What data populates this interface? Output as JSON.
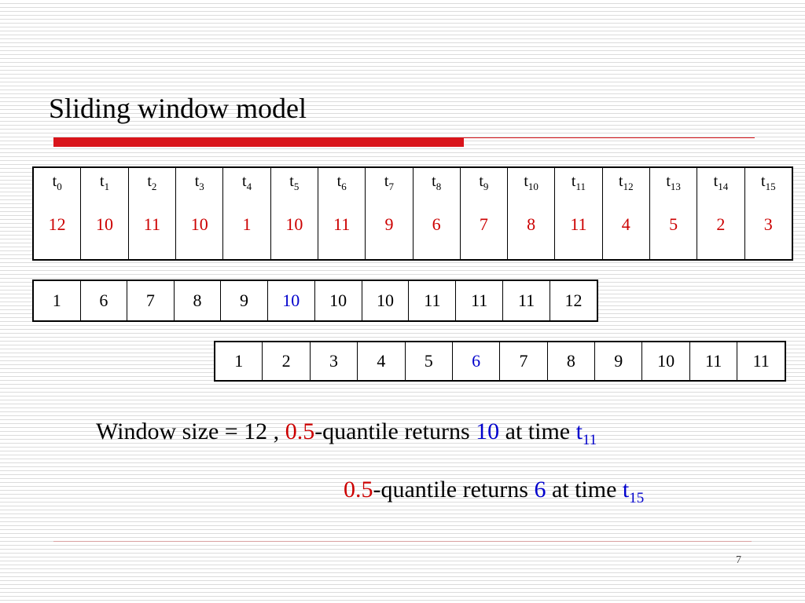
{
  "slide": {
    "title": "Sliding window model",
    "page_number": "7"
  },
  "stream": {
    "times": [
      {
        "base": "t",
        "sub": "0",
        "value": "12"
      },
      {
        "base": "t",
        "sub": "1",
        "value": "10"
      },
      {
        "base": "t",
        "sub": "2",
        "value": "11"
      },
      {
        "base": "t",
        "sub": "3",
        "value": "10"
      },
      {
        "base": "t",
        "sub": "4",
        "value": "1"
      },
      {
        "base": "t",
        "sub": "5",
        "value": "10"
      },
      {
        "base": "t",
        "sub": "6",
        "value": "11"
      },
      {
        "base": "t",
        "sub": "7",
        "value": "9"
      },
      {
        "base": "t",
        "sub": "8",
        "value": "6"
      },
      {
        "base": "t",
        "sub": "9",
        "value": "7"
      },
      {
        "base": "t",
        "sub": "10",
        "value": "8"
      },
      {
        "base": "t",
        "sub": "11",
        "value": "11"
      },
      {
        "base": "t",
        "sub": "12",
        "value": "4"
      },
      {
        "base": "t",
        "sub": "13",
        "value": "5"
      },
      {
        "base": "t",
        "sub": "14",
        "value": "2"
      },
      {
        "base": "t",
        "sub": "15",
        "value": "3"
      }
    ]
  },
  "sorted_window_1": {
    "values": [
      "1",
      "6",
      "7",
      "8",
      "9",
      "10",
      "10",
      "10",
      "11",
      "11",
      "11",
      "12"
    ],
    "highlight_index": 5
  },
  "sorted_window_2": {
    "values": [
      "1",
      "2",
      "3",
      "4",
      "5",
      "6",
      "7",
      "8",
      "9",
      "10",
      "11",
      "11"
    ],
    "highlight_index": 5
  },
  "text1": {
    "prefix": "Window size = 12 , ",
    "quantile": "0.5",
    "middle": "-quantile returns ",
    "result": "10",
    "at_time": " at time ",
    "time_base": "t",
    "time_sub": "11"
  },
  "text2": {
    "quantile": "0.5",
    "middle": "-quantile returns ",
    "result": "6",
    "at_time": " at time ",
    "time_base": "t",
    "time_sub": "15"
  },
  "colors": {
    "accent_red": "#cc0000",
    "highlight_blue": "#0000cc",
    "title_bar": "#d9141b"
  }
}
